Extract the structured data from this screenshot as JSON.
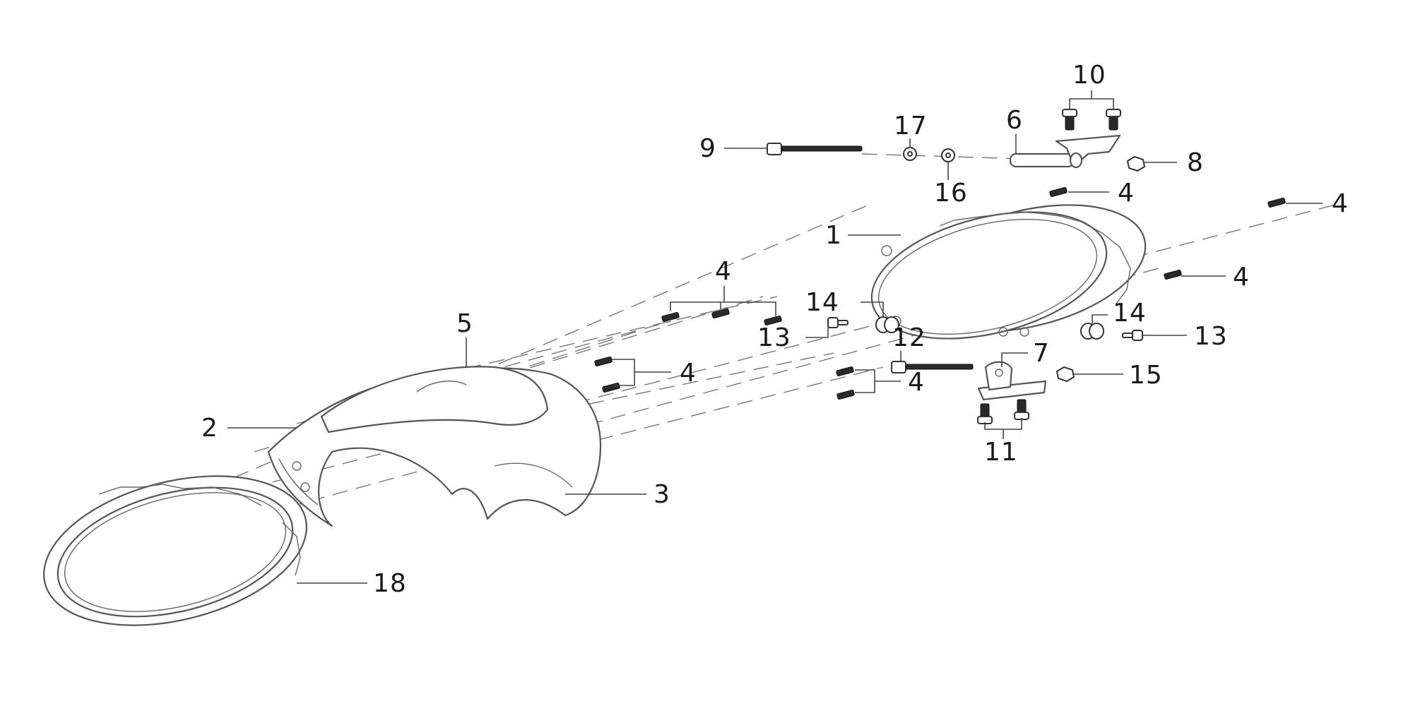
{
  "diagram": {
    "callouts": [
      {
        "id": "c1",
        "label": "1"
      },
      {
        "id": "c2",
        "label": "2"
      },
      {
        "id": "c3",
        "label": "3"
      },
      {
        "id": "c4a",
        "label": "4"
      },
      {
        "id": "c4b",
        "label": "4"
      },
      {
        "id": "c4c",
        "label": "4"
      },
      {
        "id": "c4d",
        "label": "4"
      },
      {
        "id": "c4e",
        "label": "4"
      },
      {
        "id": "c4f",
        "label": "4"
      },
      {
        "id": "c5",
        "label": "5"
      },
      {
        "id": "c6",
        "label": "6"
      },
      {
        "id": "c7",
        "label": "7"
      },
      {
        "id": "c8",
        "label": "8"
      },
      {
        "id": "c9",
        "label": "9"
      },
      {
        "id": "c10",
        "label": "10"
      },
      {
        "id": "c11",
        "label": "11"
      },
      {
        "id": "c12",
        "label": "12"
      },
      {
        "id": "c13a",
        "label": "13"
      },
      {
        "id": "c13b",
        "label": "13"
      },
      {
        "id": "c14a",
        "label": "14"
      },
      {
        "id": "c14b",
        "label": "14"
      },
      {
        "id": "c15",
        "label": "15"
      },
      {
        "id": "c16",
        "label": "16"
      },
      {
        "id": "c17",
        "label": "17"
      },
      {
        "id": "c18",
        "label": "18"
      }
    ]
  }
}
